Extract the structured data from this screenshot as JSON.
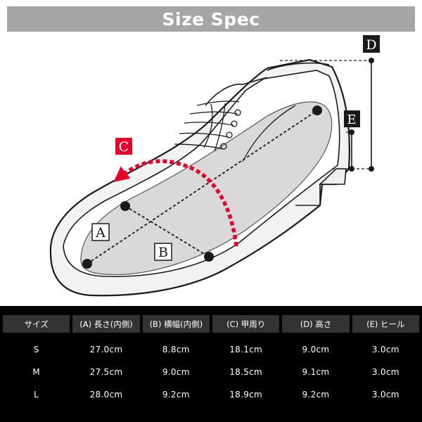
{
  "banner": {
    "title": "Size Spec"
  },
  "diagram": {
    "labels": {
      "a": "A",
      "b": "B",
      "c": "C",
      "d": "D",
      "e": "E"
    },
    "colors": {
      "accent": "#e4002b",
      "line": "#1a1a1a",
      "insole": "#d9d9d9",
      "sole": "#f2f2f2"
    }
  },
  "table": {
    "headers": [
      "サイズ",
      "(A) 長さ(内側)",
      "(B) 横幅(内側)",
      "(C) 甲周り",
      "(D) 高さ",
      "(E) ヒール"
    ],
    "rows": [
      [
        "S",
        "27.0cm",
        "8.8cm",
        "18.1cm",
        "9.0cm",
        "3.0cm"
      ],
      [
        "M",
        "27.5cm",
        "9.0cm",
        "18.5cm",
        "9.1cm",
        "3.0cm"
      ],
      [
        "L",
        "28.0cm",
        "9.2cm",
        "18.9cm",
        "9.2cm",
        "3.0cm"
      ]
    ],
    "colors": {
      "background": "#000000",
      "header": "#333333",
      "text": "#ffffff"
    }
  }
}
